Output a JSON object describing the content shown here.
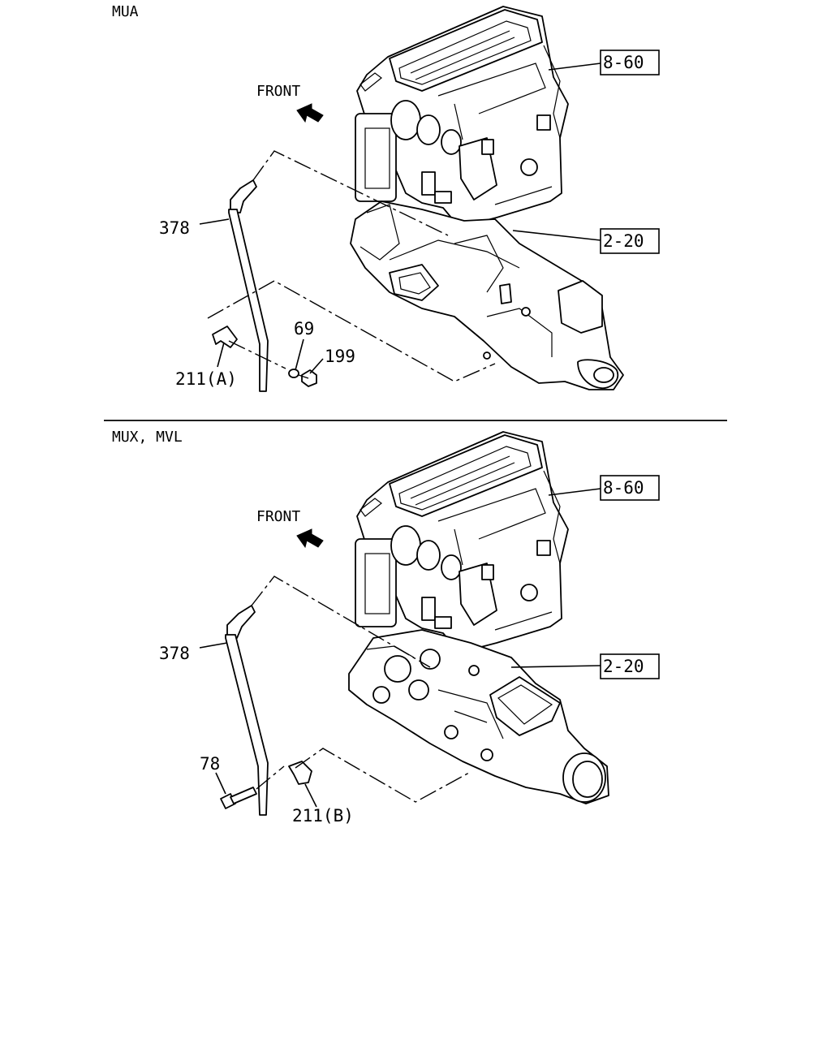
{
  "sections": [
    {
      "variant": "MUA",
      "front_label": "FRONT",
      "callouts": {
        "heater_unit": "8-60",
        "transmission": "2-20",
        "hose": "378",
        "washer": "69",
        "nut": "199",
        "clip": "211(A)"
      }
    },
    {
      "variant": "MUX, MVL",
      "front_label": "FRONT",
      "callouts": {
        "heater_unit": "8-60",
        "transmission": "2-20",
        "hose": "378",
        "bolt": "78",
        "clip": "211(B)"
      }
    }
  ]
}
